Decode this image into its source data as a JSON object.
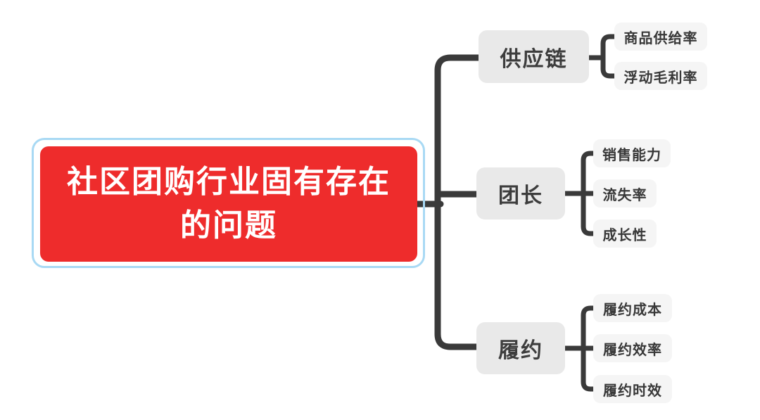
{
  "colors": {
    "canvas_bg": "#ffffff",
    "root_fill": "#ee2c2c",
    "root_text": "#ffffff",
    "selection_ring": "#a8d9f4",
    "branch_fill": "#e9e9e9",
    "subtopic_fill": "#f5f5f5",
    "topic_text": "#3d3d3d",
    "connector": "#3a3a3a"
  },
  "root": {
    "label": "社区团购行业固有存在的问题",
    "lines": [
      "社区团购行业固有存在",
      "的问题"
    ]
  },
  "branches": [
    {
      "label": "供应链",
      "children": [
        "商品供给率",
        "浮动毛利率"
      ]
    },
    {
      "label": "团长",
      "children": [
        "销售能力",
        "流失率",
        "成长性"
      ]
    },
    {
      "label": "履约",
      "children": [
        "履约成本",
        "履约效率",
        "履约时效"
      ]
    }
  ]
}
